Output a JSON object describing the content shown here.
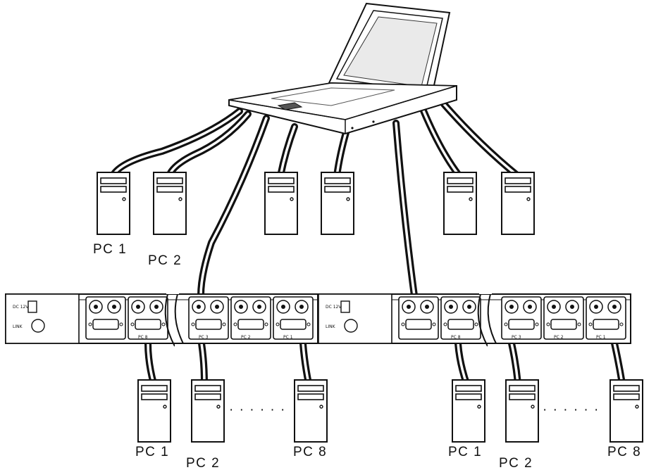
{
  "diagram": {
    "top_pc_labels": [
      {
        "name": "pc-1-label",
        "text": "PC 1"
      },
      {
        "name": "pc-2-label",
        "text": "PC 2"
      }
    ],
    "switch_a": {
      "power_label": "DC 12V",
      "link_label": "LINK",
      "port_labels": [
        "PC 8",
        "PC 3",
        "PC 2",
        "PC 1"
      ],
      "bottom_labels": {
        "first": "PC 1",
        "second": "PC 2",
        "last": "PC 8",
        "ellipsis": "· · · · · ·"
      }
    },
    "switch_b": {
      "power_label": "DC 12V",
      "link_label": "LINK",
      "port_labels": [
        "PC 8",
        "PC 3",
        "PC 2",
        "PC 1"
      ],
      "bottom_labels": {
        "first": "PC 1",
        "second": "PC 2",
        "last": "PC 8",
        "ellipsis": "· · · · · ·"
      }
    }
  }
}
